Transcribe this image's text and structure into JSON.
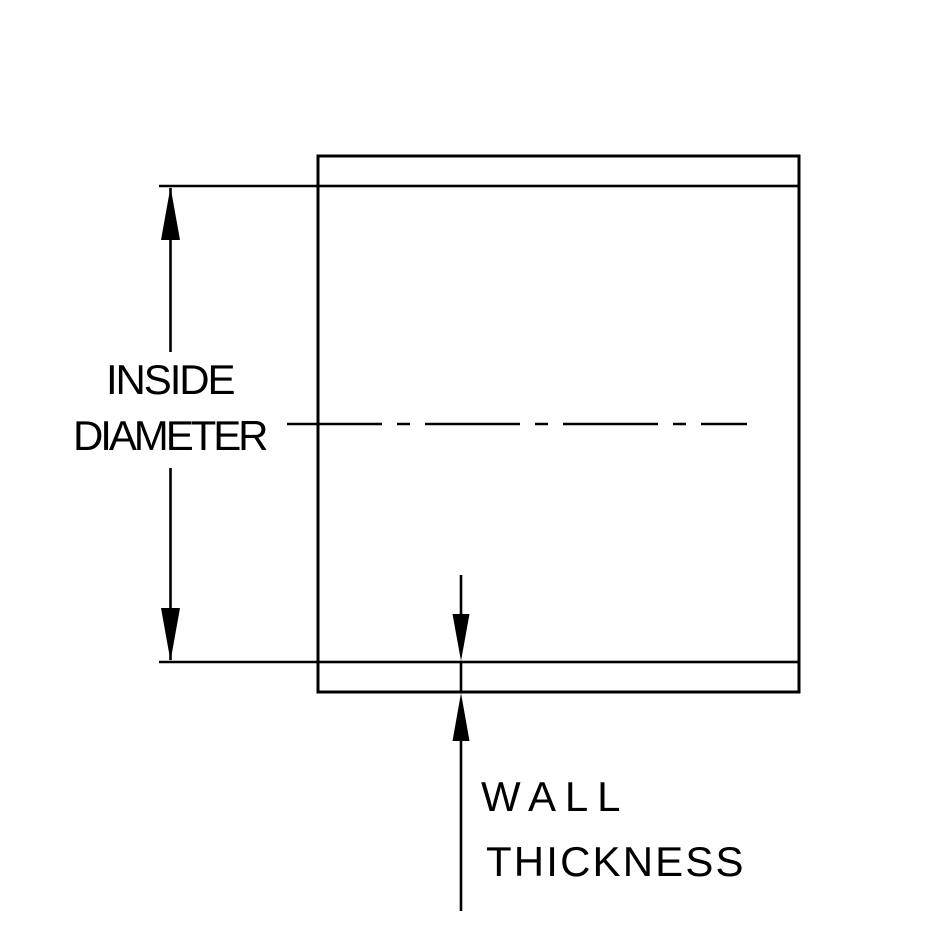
{
  "diagram": {
    "type": "technical-drawing",
    "subject": "tube-cross-section",
    "labels": {
      "inside_diameter_line1": "INSIDE",
      "inside_diameter_line2": "DIAMETER",
      "wall_thickness_line1": "WALL",
      "wall_thickness_line2": "THICKNESS"
    },
    "colors": {
      "line": "#000000",
      "background": "#ffffff"
    }
  }
}
